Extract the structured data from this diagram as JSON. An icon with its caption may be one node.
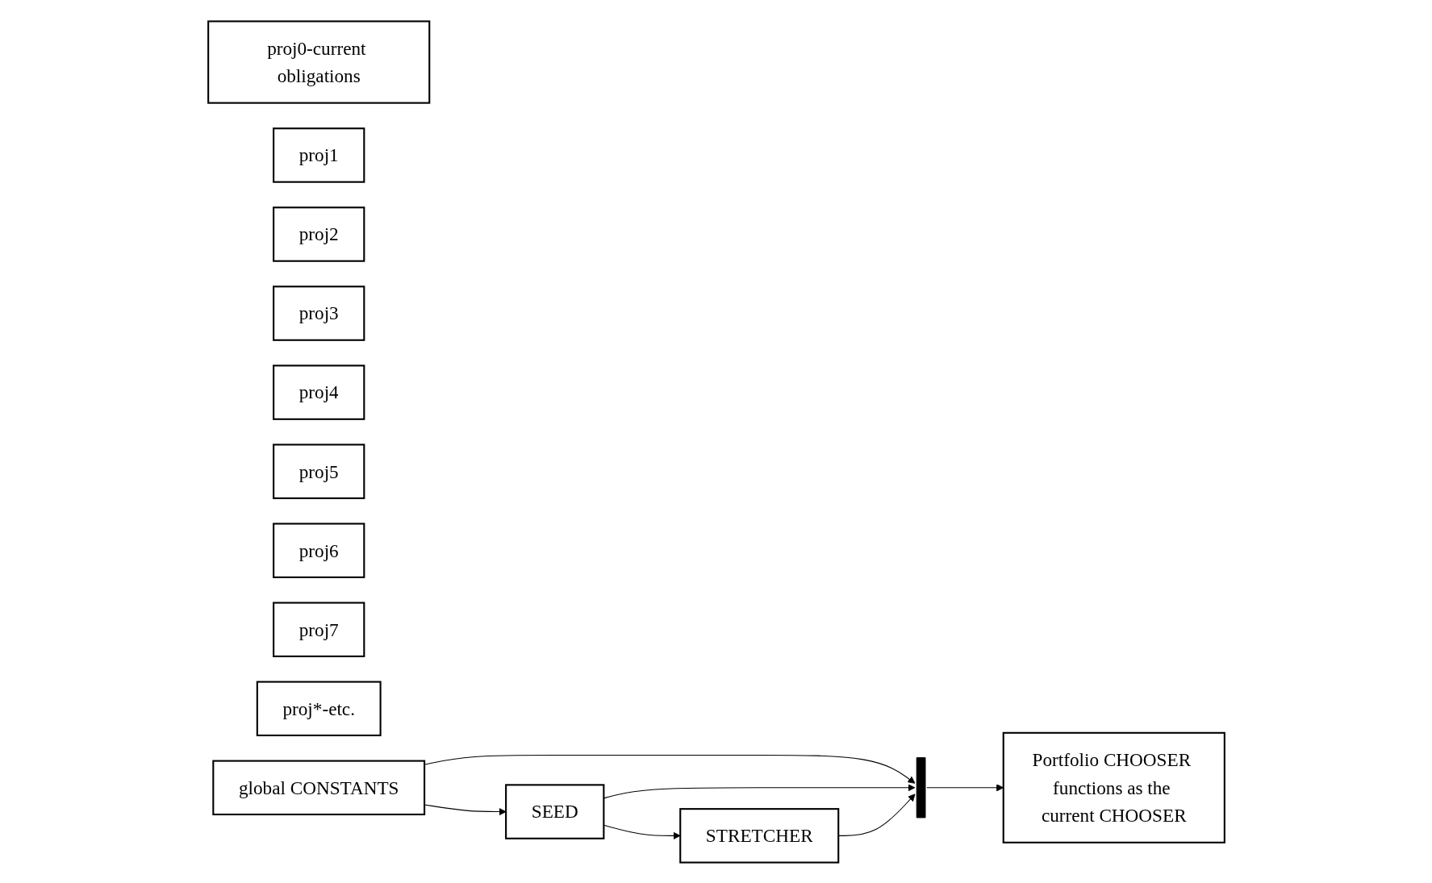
{
  "diagram": {
    "nodes": [
      {
        "text": [
          "proj0-current obligations"
        ]
      },
      {
        "text": [
          "proj1"
        ]
      },
      {
        "text": [
          "proj2"
        ]
      },
      {
        "text": [
          "proj3"
        ]
      },
      {
        "text": [
          "proj4"
        ]
      },
      {
        "text": [
          "proj5"
        ]
      },
      {
        "text": [
          "proj6"
        ]
      },
      {
        "text": [
          "proj7"
        ]
      },
      {
        "text": [
          "proj*-etc."
        ]
      },
      {
        "text": [],
        "shape": "bar"
      },
      {
        "text": [
          "global CONSTANTS"
        ]
      },
      {
        "text": [
          "SEED"
        ]
      },
      {
        "text": [
          "STRETCHER"
        ]
      },
      {
        "text": [
          "Portfolio CHOOSER functions as the current CHOOSER"
        ]
      }
    ],
    "edges": [
      {
        "from": 10,
        "to": 9,
        "arrow": "to"
      },
      {
        "from": 10,
        "to": 11,
        "arrow": "to"
      },
      {
        "from": 11,
        "to": 9,
        "arrow": "to"
      },
      {
        "from": 11,
        "to": 12,
        "arrow": "to"
      },
      {
        "from": 12,
        "to": 9,
        "arrow": "to"
      },
      {
        "from": 9,
        "to": 13,
        "arrow": "to"
      }
    ]
  }
}
